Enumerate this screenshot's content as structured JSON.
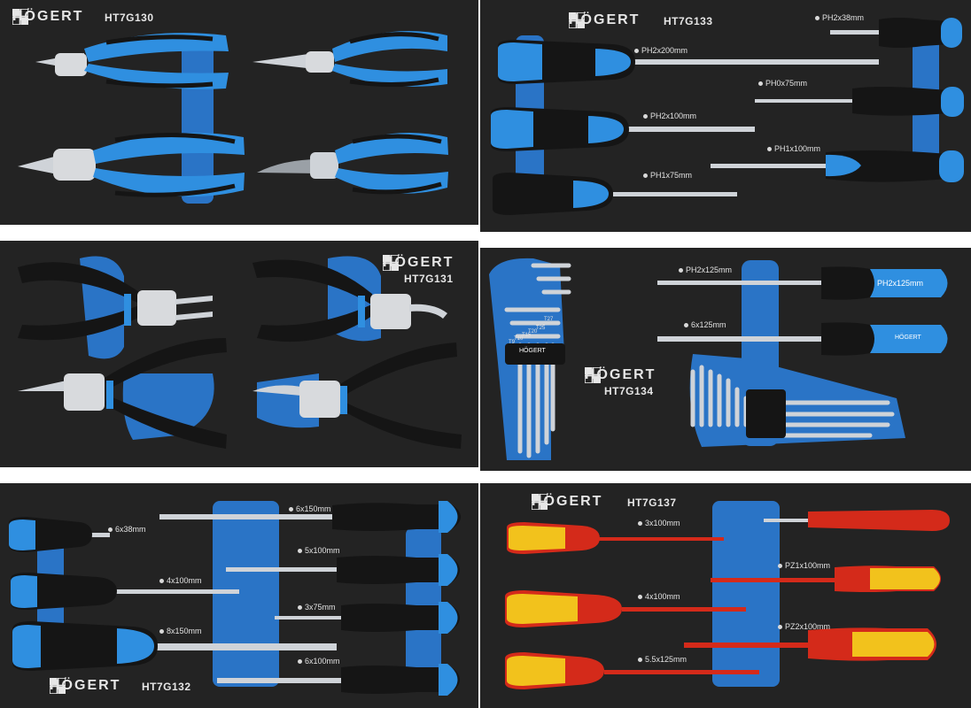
{
  "brand": {
    "wordmark": "HÖGERT"
  },
  "colors": {
    "foam_dark": "#232323",
    "foam_blue": "#2a74c6",
    "handle_blue": "#2f8fe0",
    "handle_black": "#151515",
    "vde_red": "#d42a1a",
    "vde_yellow": "#f2c21c",
    "steel": "#cfd3d8"
  },
  "trays": [
    {
      "model": "HT7G130",
      "contents": "pliers",
      "labels": []
    },
    {
      "model": "HT7G133",
      "contents": "phillips screwdrivers",
      "labels": [
        "PH2x38mm",
        "PH2x200mm",
        "PH0x75mm",
        "PH2x100mm",
        "PH1x100mm",
        "PH1x75mm"
      ]
    },
    {
      "model": "HT7G131",
      "contents": "circlip pliers",
      "labels": []
    },
    {
      "model": "HT7G134",
      "contents": "hex keys and screwdrivers",
      "labels": [
        "PH2x125mm",
        "6x125mm"
      ],
      "handle_text": "PH2x125mm",
      "torx_marks": [
        "T27",
        "T25",
        "T20",
        "T15",
        "T10",
        "T9"
      ]
    },
    {
      "model": "HT7G132",
      "contents": "slotted screwdrivers",
      "labels": [
        "6x38mm",
        "6x150mm",
        "5x100mm",
        "4x100mm",
        "3x75mm",
        "8x150mm",
        "6x100mm"
      ]
    },
    {
      "model": "HT7G137",
      "contents": "insulated screwdrivers",
      "labels": [
        "3x100mm",
        "PZ1x100mm",
        "4x100mm",
        "PZ2x100mm",
        "5.5x125mm"
      ]
    }
  ]
}
